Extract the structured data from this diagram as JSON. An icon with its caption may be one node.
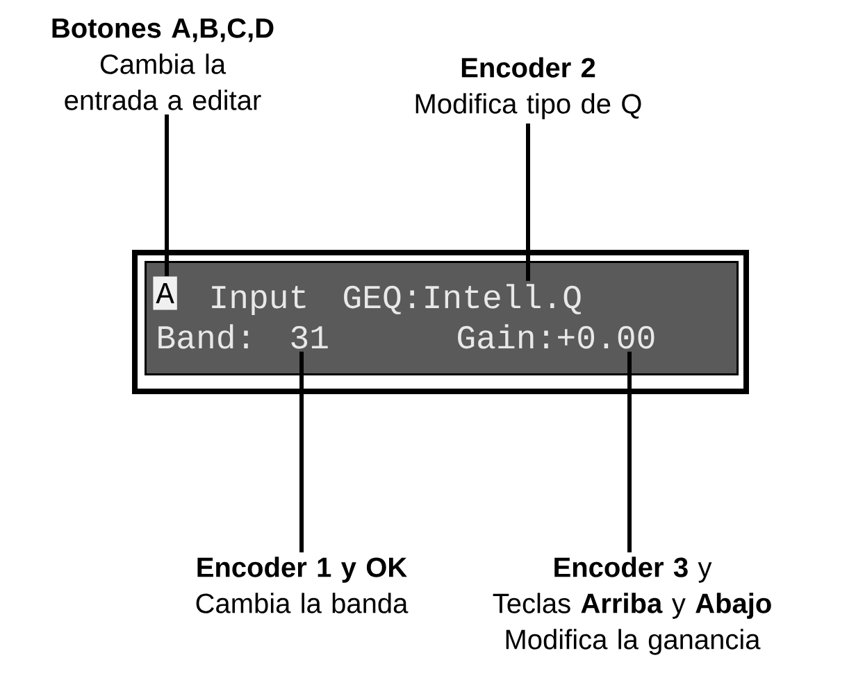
{
  "diagram": {
    "nodes": [
      {
        "text": [
          "Botones A,B,C,D",
          "Cambia la entrada a editar"
        ]
      },
      {
        "text": [
          "Encoder 2",
          "Modifica tipo de Q"
        ]
      },
      {
        "text": [
          "Encoder 1 y OK",
          "Cambia  la banda"
        ]
      },
      {
        "text": [
          "**Encoder 3** y",
          "Teclas **Arriba** y **Abajo**",
          "Modifica la ganancia"
        ]
      },
      {
        "text": [],
        "shape": "box"
      },
      {
        "text": [
          "A"
        ],
        "in": 4
      },
      {
        "text": [
          "Input"
        ],
        "in": 4
      },
      {
        "text": [
          "GEQ:Intell.Q"
        ],
        "in": 4
      },
      {
        "text": [
          "Band:"
        ],
        "in": 4
      },
      {
        "text": [
          "31"
        ],
        "in": 4
      },
      {
        "text": [
          "Gain:+0.00"
        ],
        "in": 4
      }
    ],
    "edges": [
      {
        "from": 0,
        "to": 5,
        "arrow": "none"
      },
      {
        "from": 1,
        "to": 7,
        "arrow": "none"
      },
      {
        "from": 2,
        "to": 9,
        "arrow": "none"
      },
      {
        "from": 3,
        "to": 10,
        "arrow": "none"
      }
    ]
  }
}
